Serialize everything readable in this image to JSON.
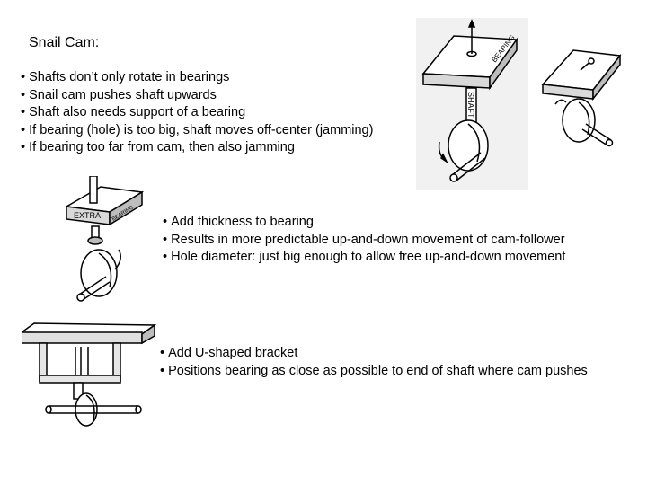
{
  "slide": {
    "title": "Snail Cam:",
    "main_bullets": [
      "Shafts don’t only rotate in bearings",
      "Snail cam pushes shaft upwards",
      "Shaft also needs support of a bearing",
      "If bearing (hole) is too big, shaft moves off-center (jamming)",
      "If bearing too far from cam, then also jamming"
    ],
    "thickness_bullets": [
      "Add thickness to bearing",
      "Results in more predictable up-and-down movement of cam-follower",
      "Hole diameter: just big enough to allow free up-and-down movement"
    ],
    "bracket_bullets": [
      "Add U-shaped bracket",
      "Positions bearing as close as possible to end of shaft where cam pushes"
    ]
  },
  "illustrations": {
    "top_plate_label": "BEARING",
    "top_shaft_label": "SHAFT",
    "mid_plate_label": "EXTRA",
    "mid_plate_side_label": "BEARING"
  }
}
